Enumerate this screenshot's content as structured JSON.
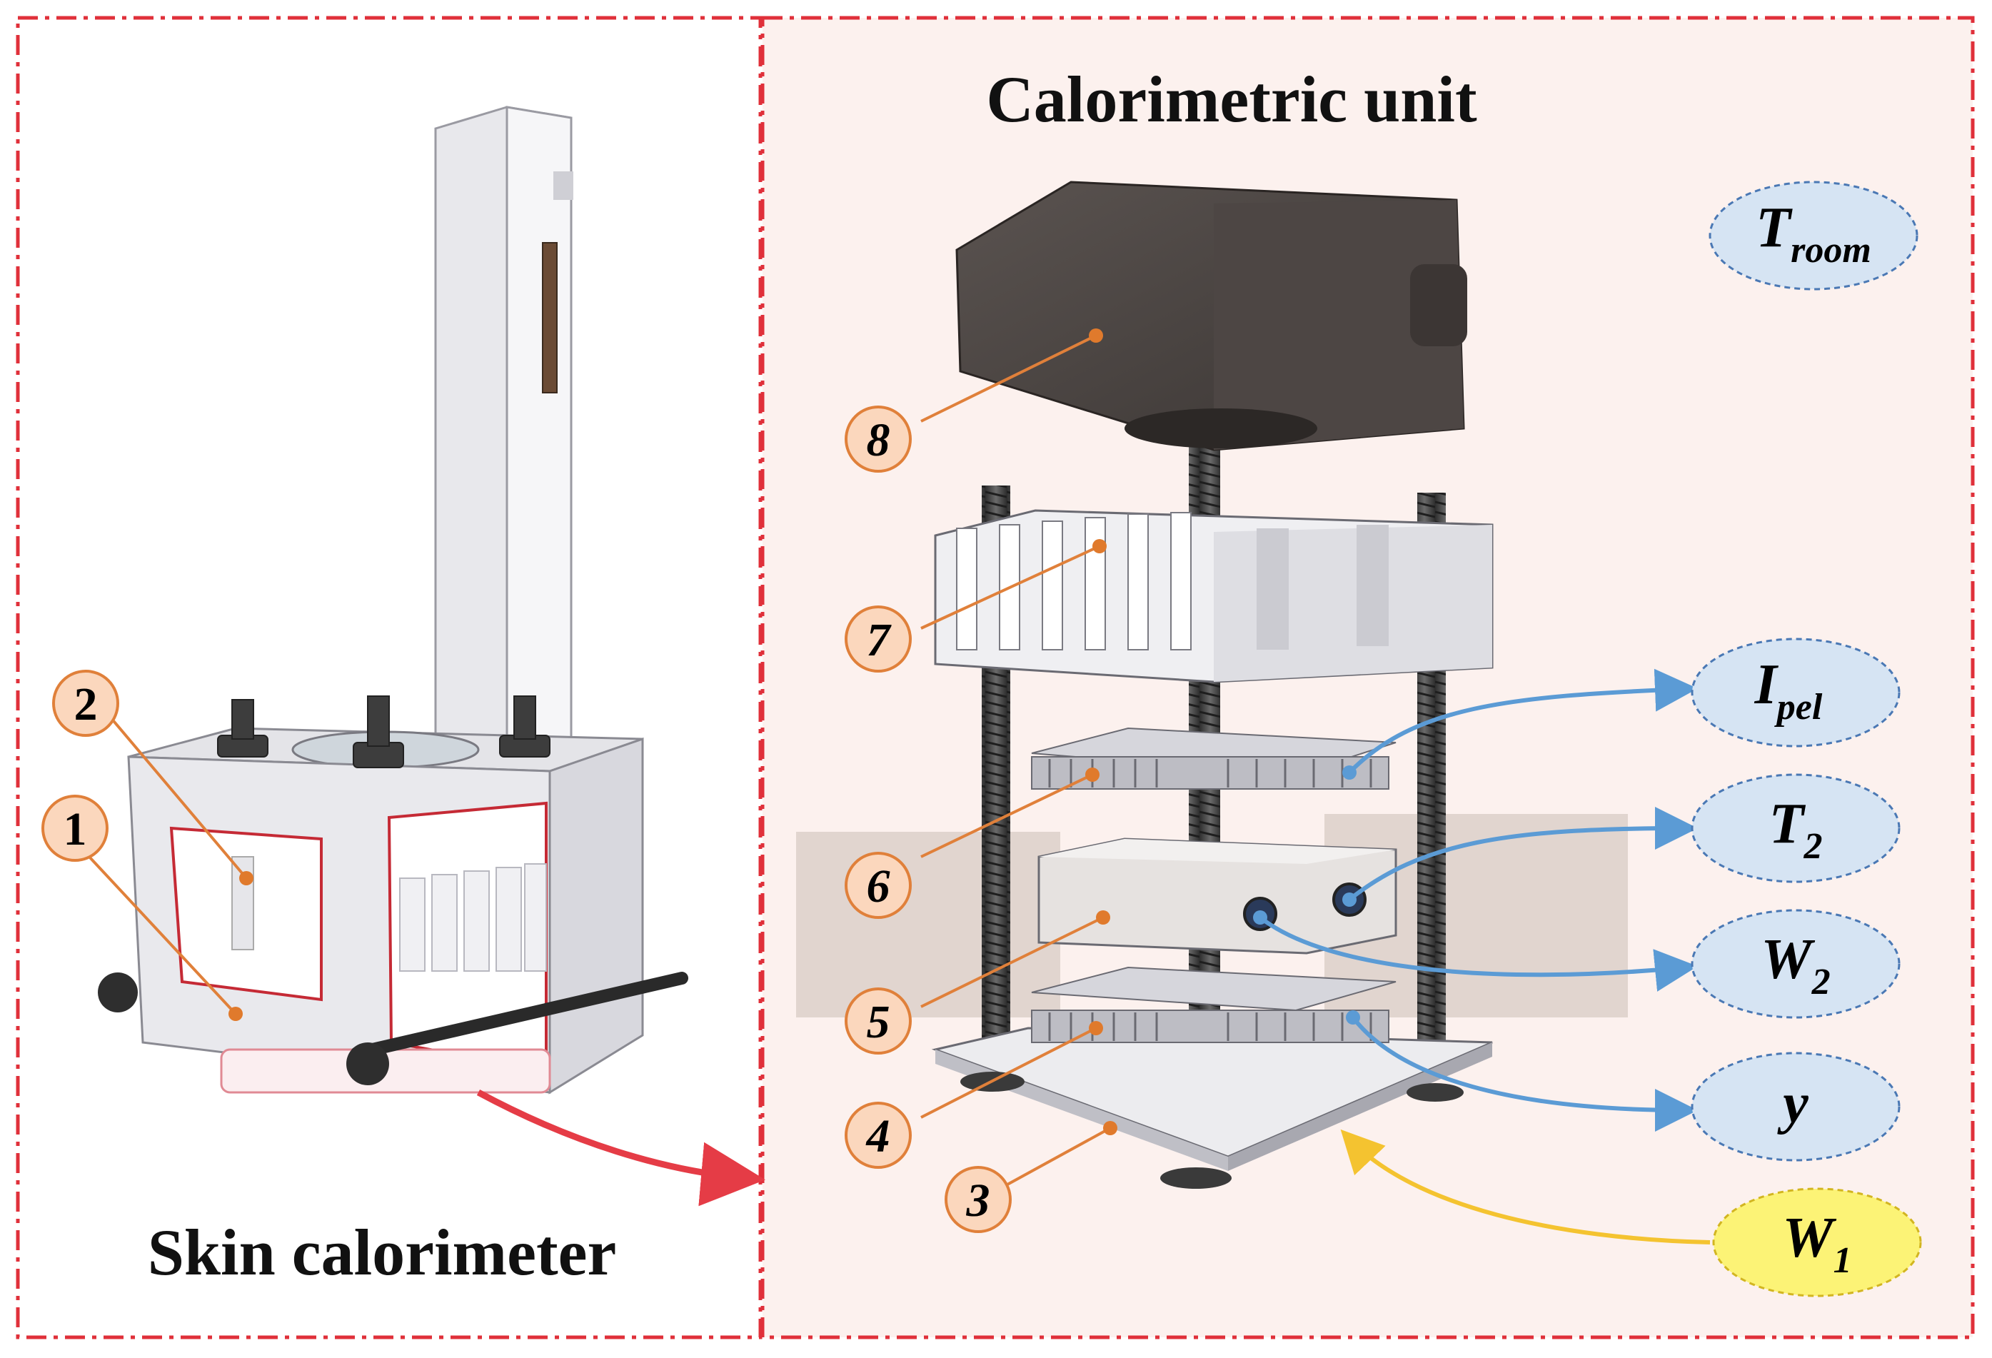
{
  "left_panel": {
    "title": "Skin calorimeter"
  },
  "right_panel": {
    "title": "Calorimetric unit"
  },
  "callouts": [
    "1",
    "2",
    "3",
    "4",
    "5",
    "6",
    "7",
    "8"
  ],
  "variables": {
    "t_room": {
      "main": "T",
      "sub": "room"
    },
    "i_pel": {
      "main": "I",
      "sub": "pel"
    },
    "t_2": {
      "main": "T",
      "sub": "2"
    },
    "w_2": {
      "main": "W",
      "sub": "2"
    },
    "y": {
      "main": "y",
      "sub": ""
    },
    "w_1": {
      "main": "W",
      "sub": "1"
    }
  },
  "colors": {
    "frame_dash": "#e0303a",
    "right_bg": "#fcf1ee",
    "callout_fill": "#fbd7bd",
    "callout_stroke": "#e0803a",
    "leader": "#e0803a",
    "variable_fill": "#d6e4f3",
    "variable_stroke": "#4a78b4",
    "input_fill": "#fcf376",
    "input_stroke": "#d2b520",
    "output_arrow": "#5b9bd5",
    "input_arrow": "#f4c330",
    "link_arrow": "#e53c46",
    "dark_housing": "#4a4442"
  }
}
